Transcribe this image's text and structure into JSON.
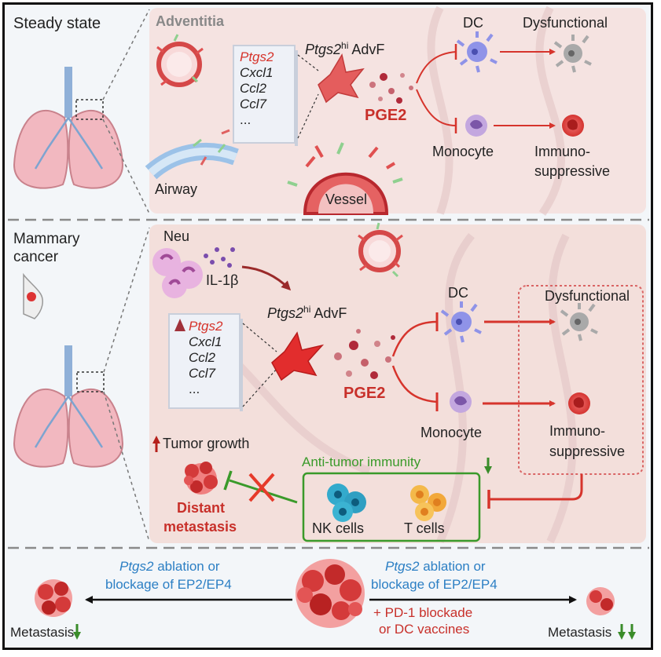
{
  "panel1": {
    "title": "Steady state",
    "region_label": "Adventitia",
    "genes": [
      "Ptgs2",
      "Cxcl1",
      "Ccl2",
      "Ccl7",
      "..."
    ],
    "cell_gene": "Ptgs2",
    "cell_sup": "hi",
    "cell_suffix": " AdvF",
    "mediator": "PGE2",
    "dc_label": "DC",
    "monocyte_label": "Monocyte",
    "dysfunctional_label": "Dysfunctional",
    "immuno_label_1": "Immuno-",
    "immuno_label_2": "suppressive",
    "airway_label": "Airway",
    "vessel_label": "Vessel"
  },
  "panel2": {
    "title_1": "Mammary",
    "title_2": "cancer",
    "neu_label": "Neu",
    "il_label": "IL-1β",
    "genes": [
      "Ptgs2",
      "Cxcl1",
      "Ccl2",
      "Ccl7",
      "..."
    ],
    "cell_gene": "Ptgs2",
    "cell_sup": "hi",
    "cell_suffix": " AdvF",
    "mediator": "PGE2",
    "dc_label": "DC",
    "monocyte_label": "Monocyte",
    "dysfunctional_label": "Dysfunctional",
    "immuno_label_1": "Immuno-",
    "immuno_label_2": "suppressive",
    "tumor_growth": "Tumor growth",
    "anti_tumor": "Anti-tumor immunity",
    "nk_label": "NK cells",
    "t_label": "T cells",
    "distant_1": "Distant",
    "distant_2": "metastasis"
  },
  "panel3": {
    "left_line1_gene": "Ptgs2",
    "left_line1_rest": " ablation or",
    "left_line2": "blockage of EP2/EP4",
    "right_line1_gene": "Ptgs2",
    "right_line1_rest": " ablation or",
    "right_line2": "blockage of EP2/EP4",
    "right_line3": "+ PD-1 blockade",
    "right_line4": "or DC vaccines",
    "left_metastasis": "Metastasis",
    "right_metastasis": "Metastasis"
  },
  "colors": {
    "red": "#d6342c",
    "dark_red": "#b5201b",
    "blue": "#2c7fc4",
    "green": "#3a8c2a",
    "panel_bg": "#f4e3e1",
    "dashed": "#8a8a8a"
  },
  "icons": [
    "lung-icon",
    "breast-icon",
    "fibroblast-icon",
    "dc-icon",
    "monocyte-icon",
    "neutrophil-icon",
    "nk-cell-icon",
    "t-cell-icon",
    "tumor-icon",
    "vessel-icon",
    "airway-icon",
    "inhibit-icon",
    "cross-icon"
  ]
}
